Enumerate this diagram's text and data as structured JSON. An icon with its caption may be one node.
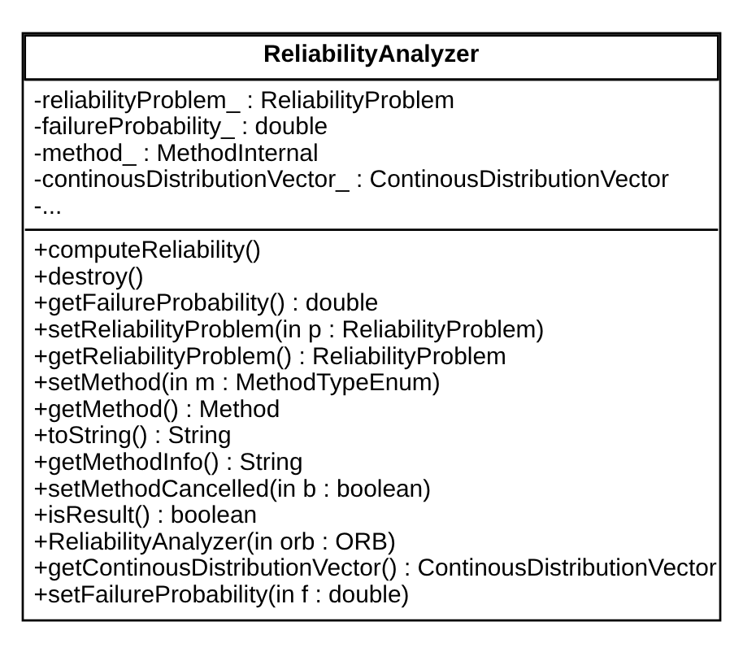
{
  "diagram": {
    "nodes": [
      {
        "text": [
          "ReliabilityAnalyzer",
          "-reliabilityProblem_ : ReliabilityProblem",
          "-failureProbability_ : double",
          "-method_ : MethodInternal",
          "-continousDistributionVector_ : ContinousDistributionVector",
          "-...",
          "+computeReliability()",
          "+destroy()",
          "+getFailureProbability() : double",
          "+setReliabilityProblem(in p : ReliabilityProblem)",
          "+getReliabilityProblem() : ReliabilityProblem",
          "+setMethod(in m : MethodTypeEnum)",
          "+getMethod() : Method",
          "+toString() : String",
          "+getMethodInfo() : String",
          "+setMethodCancelled(in b : boolean)",
          "+isResult() : boolean",
          "+ReliabilityAnalyzer(in orb : ORB)",
          "+getContinousDistributionVector() : ContinousDistributionVector",
          "+setFailureProbability(in f : double)"
        ]
      }
    ]
  }
}
